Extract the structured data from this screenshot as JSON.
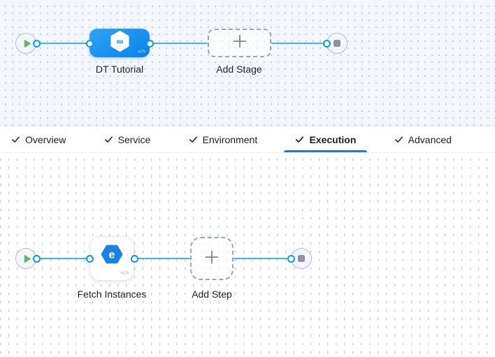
{
  "stage_canvas": {
    "stage": {
      "label": "DT Tutorial"
    },
    "add_stage": {
      "label": "Add Stage"
    }
  },
  "tab_bar": {
    "tabs": [
      {
        "label": "Overview",
        "checked": true,
        "selected": false
      },
      {
        "label": "Service",
        "checked": true,
        "selected": false
      },
      {
        "label": "Environment",
        "checked": true,
        "selected": false
      },
      {
        "label": "Execution",
        "checked": true,
        "selected": true
      },
      {
        "label": "Advanced",
        "checked": true,
        "selected": false
      }
    ]
  },
  "step_canvas": {
    "step": {
      "label": "Fetch Instances"
    },
    "add_step": {
      "label": "Add Step"
    }
  },
  "icons": {
    "code_icon": "</>",
    "infinity_icon": "∞",
    "fetch_step_icon": "e",
    "check_icon": "✓",
    "plus_icon": "+",
    "play_icon": "▶",
    "stop_icon": "■"
  },
  "colors": {
    "connector": "#3cb4f1",
    "port_ring": "#0b97f0",
    "stage_node_gradient_start": "#2ea6f8",
    "stage_node_gradient_end": "#0b80e6",
    "tab_underline": "#2277d7",
    "play_triangle": "#61b865",
    "stop_square": "#8f90a7",
    "stage_canvas_bg": "#f3f7fc",
    "step_canvas_bg": "#ffffff"
  }
}
